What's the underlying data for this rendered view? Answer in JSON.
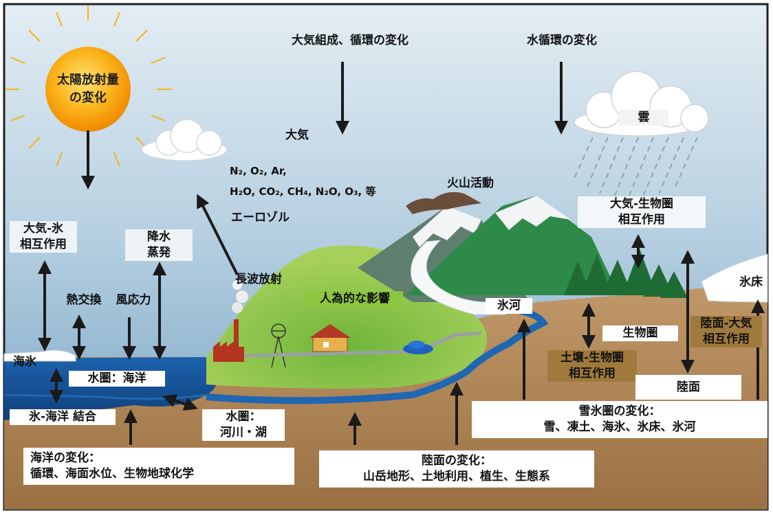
{
  "sun": {
    "line1": "太陽放射量",
    "line2": "の変化"
  },
  "top": {
    "atmos_change": "大気組成、循環の変化",
    "water_cycle": "水循環の変化"
  },
  "atmosphere": {
    "label": "大気",
    "gases_line1": "N₂, O₂, Ar,",
    "gases_line2": "H₂O, CO₂, CH₄, N₂O, O₃, 等",
    "aerosol": "エーロゾル"
  },
  "cloud_label": "雲",
  "volcano": "火山活動",
  "longwave": "長波放射",
  "human": "人為的な影響",
  "glacier": "氷河",
  "ice_sheet": "氷床",
  "atm_ice": {
    "line1": "大気-氷",
    "line2": "相互作用"
  },
  "precip": {
    "line1": "降水",
    "line2": "蒸発"
  },
  "heat_exchange": "熱交換",
  "wind_stress": "風応力",
  "sea_ice": "海氷",
  "ocean": "水圏：海洋",
  "ice_ocean": "氷-海洋 結合",
  "rivers": {
    "line1": "水圏：",
    "line2": "河川・湖"
  },
  "atm_bio": {
    "line1": "大気-生物圏",
    "line2": "相互作用"
  },
  "biosphere": "生物圏",
  "land_atm": {
    "line1": "陸面-大気",
    "line2": "相互作用"
  },
  "soil_bio": {
    "line1": "土壌-生物圏",
    "line2": "相互作用"
  },
  "land_surface": "陸面",
  "cryo_change": {
    "line1": "雪氷圏の変化：",
    "line2": "雪、凍土、海氷、氷床、氷河"
  },
  "ocean_change": {
    "line1": "海洋の変化：",
    "line2": "循環、海面水位、生物地球化学"
  },
  "land_change": {
    "line1": "陸面の変化：",
    "line2": "山岳地形、土地利用、植生、生態系"
  },
  "colors": {
    "sky_top": "#dbe8f1",
    "sky_bottom": "#7aa6c6",
    "ocean": "#1c5ea8",
    "land": "#b58b59",
    "grass": "#8dc63f",
    "mountain": "#2f8a4a",
    "sun": "#f7a200",
    "label_tan": "#a07a3c"
  }
}
